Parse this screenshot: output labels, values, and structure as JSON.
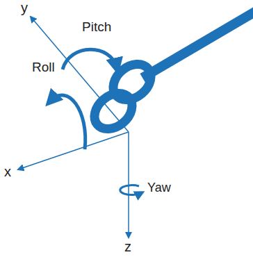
{
  "diagram": {
    "labels": [
      "y",
      "Pitch",
      "Roll",
      "x",
      "Yaw",
      "z"
    ]
  }
}
